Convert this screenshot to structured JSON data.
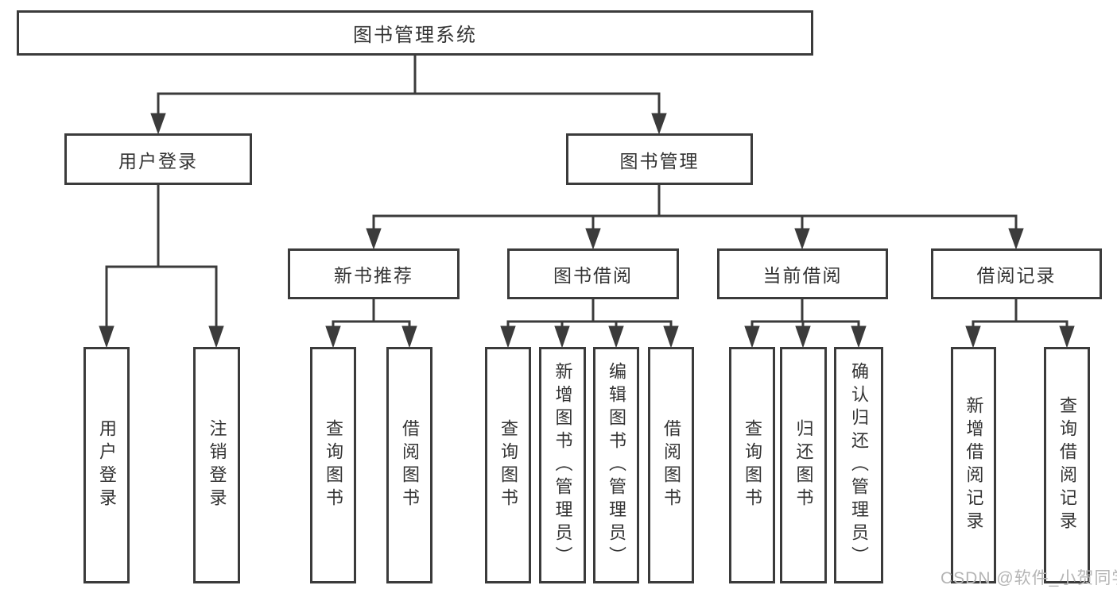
{
  "page": {
    "background": "#ffffff",
    "line_color": "#3b3b3b",
    "text_color": "#333333"
  },
  "nodes": {
    "root": "图书管理系统",
    "user_login": "用户登录",
    "book_mgmt": "图书管理",
    "new_book_rec": "新书推荐",
    "book_borrow": "图书借阅",
    "current_borrow": "当前借阅",
    "borrow_record": "借阅记录",
    "leaf_user_login": "用户登录",
    "leaf_logout": "注销登录",
    "leaf_rec_query": "查询图书",
    "leaf_rec_borrow": "借阅图书",
    "leaf_bb_query": "查询图书",
    "leaf_bb_add": "新增图书（管理员）",
    "leaf_bb_edit": "编辑图书（管理员）",
    "leaf_bb_borrow": "借阅图书",
    "leaf_cb_query": "查询图书",
    "leaf_cb_return": "归还图书",
    "leaf_cb_confirm": "确认归还（管理员）",
    "leaf_br_add": "新增借阅记录",
    "leaf_br_query": "查询借阅记录"
  },
  "watermark": {
    "text": "CSDN @软件_小贺同学",
    "color": "#b5b5b5"
  }
}
